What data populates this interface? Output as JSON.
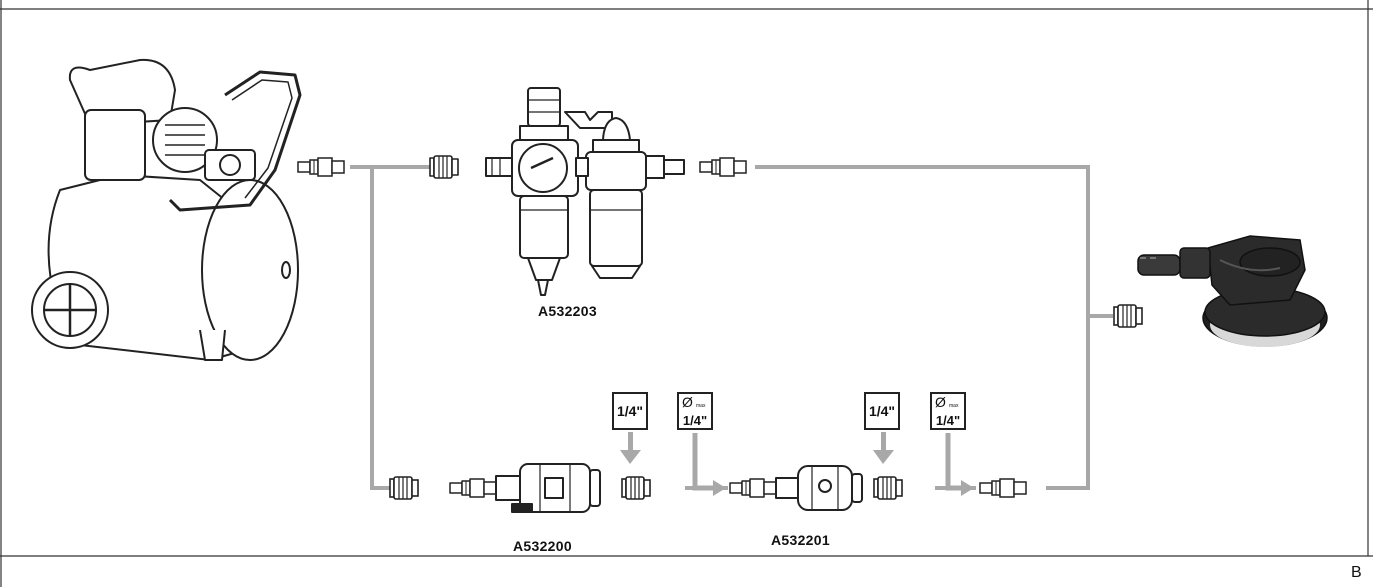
{
  "figure_letter": "B",
  "parts": {
    "frl_unit": "A532203",
    "inline_filter": "A532200",
    "regulator": "A532201"
  },
  "badges": {
    "thread_size_1": "1/4\"",
    "hose_diameter_1_symbol": "Ø",
    "hose_diameter_1_small": "max",
    "hose_diameter_1_value": "1/4\"",
    "thread_size_2": "1/4\"",
    "hose_diameter_2_symbol": "Ø",
    "hose_diameter_2_small": "max",
    "hose_diameter_2_value": "1/4\""
  },
  "colors": {
    "line": "#a8a8a8",
    "ink": "#222222",
    "sander_body": "#2b2b2b"
  },
  "icons": [
    "compressor-icon",
    "frl-unit-icon",
    "inline-filter-icon",
    "regulator-icon",
    "orbital-sander-icon",
    "quick-coupler-icon",
    "connector-plug-icon"
  ]
}
